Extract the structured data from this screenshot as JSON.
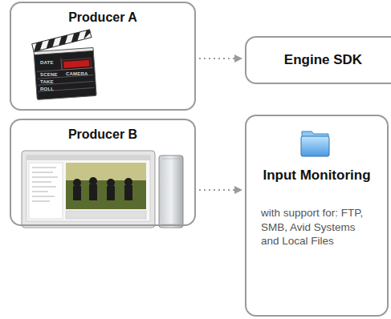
{
  "diagram": {
    "nodes": [
      {
        "text": [
          "Producer A"
        ]
      },
      {
        "text": [
          "Engine SDK"
        ]
      },
      {
        "text": [
          "Producer B"
        ]
      },
      {
        "text": [
          "Input Monitoring",
          "with support for: FTP, SMB, Avid Systems and Local Files"
        ]
      }
    ],
    "edges": [
      {
        "from": 0,
        "to": 1,
        "arrow": "to"
      },
      {
        "from": 2,
        "to": 3,
        "arrow": "to"
      }
    ],
    "labels": [
      "DATE",
      "CAMERA",
      "SCENE",
      "TAKE",
      "ROLL"
    ]
  }
}
